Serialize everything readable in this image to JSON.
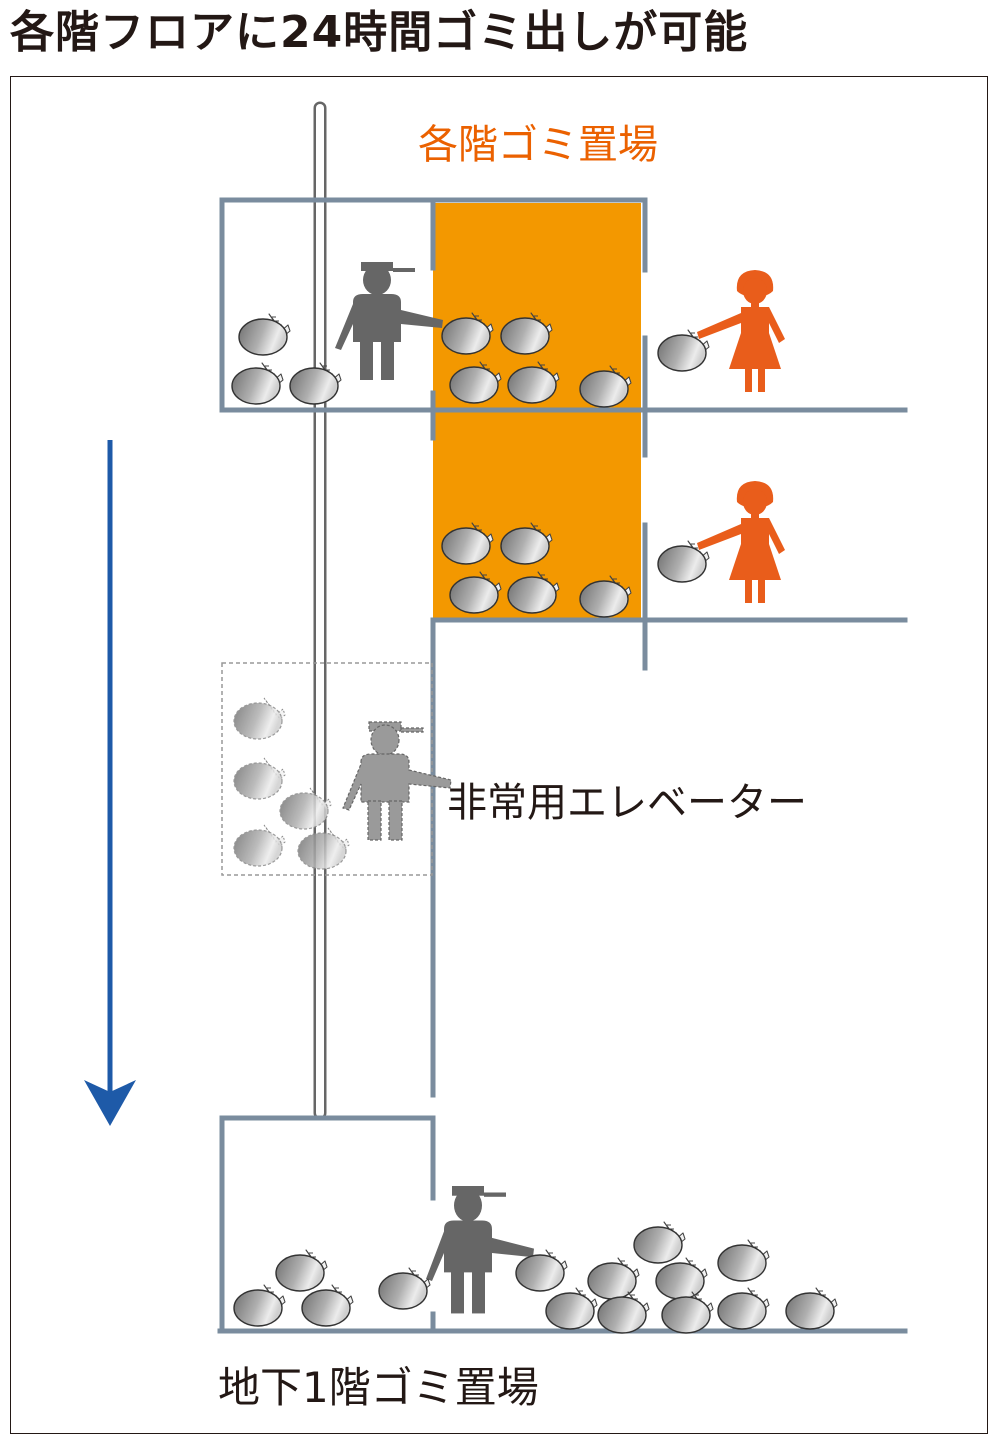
{
  "title": "各階フロアに24時間ゴミ出しが可能",
  "labels": {
    "floor_storage": "各階ゴミ置場",
    "elevator": "非常用エレベーター",
    "basement_storage": "地下1階ゴミ置場"
  },
  "colors": {
    "storage_fill": "#F39800",
    "storage_label": "#EB6100",
    "resident": "#E95D1B",
    "wall": "#7A8C9E",
    "worker": "#666666",
    "arrow": "#1E5AA8",
    "text": "#231815"
  },
  "icons": {
    "resident": "resident-figure-icon",
    "worker": "worker-figure-icon",
    "bag": "garbage-bag-icon",
    "arrow": "down-arrow-icon"
  }
}
